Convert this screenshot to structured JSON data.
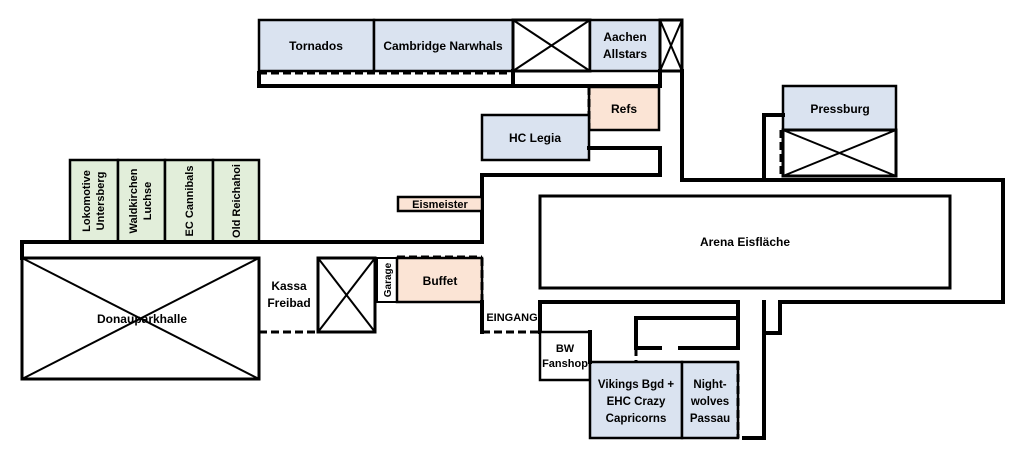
{
  "rooms": {
    "tornados": "Tornados",
    "cambridge": "Cambridge Narwhals",
    "aachen_l1": "Aachen",
    "aachen_l2": "Allstars",
    "refs": "Refs",
    "legia": "HC Legia",
    "pressburg": "Pressburg",
    "eismeister": "Eismeister",
    "lok_l1": "Lokomotive",
    "lok_l2": "Untersberg",
    "wald_l1": "Waldkirchen",
    "wald_l2": "Luchse",
    "cannibals": "EC Cannibals",
    "reichahoi": "Old Reichahoi",
    "arena": "Arena Eisfläche",
    "donau": "Donauparkhalle",
    "kassa_l1": "Kassa",
    "kassa_l2": "Freibad",
    "garage": "Garage",
    "buffet": "Buffet",
    "eingang": "EINGANG",
    "bw_l1": "BW",
    "bw_l2": "Fanshop",
    "vik_l1": "Vikings Bgd +",
    "vik_l2": "EHC Crazy",
    "vik_l3": "Capricorns",
    "night_l1": "Night-",
    "night_l2": "wolves",
    "night_l3": "Passau"
  },
  "colors": {
    "team_room": "#dae3f0",
    "service_room": "#fbe4d5",
    "locker_room": "#e2eeda"
  }
}
